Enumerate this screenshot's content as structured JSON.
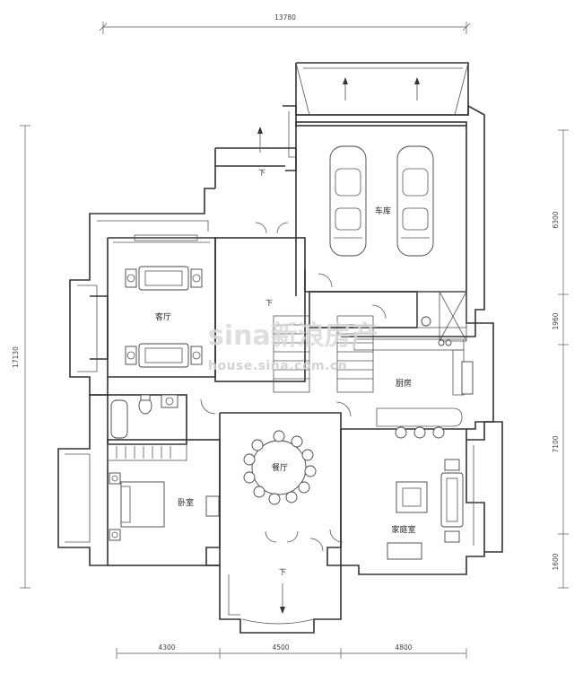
{
  "dimensions": {
    "top": "13780",
    "left": "17130",
    "right": [
      "6300",
      "1960",
      "7100",
      "1600"
    ],
    "bottom": [
      "4300",
      "4500",
      "4800"
    ]
  },
  "rooms": {
    "garage": "车库",
    "living": "客厅",
    "kitchen": "厨房",
    "dining": "餐厅",
    "bedroom": "卧室",
    "family": "家庭室"
  },
  "marks": {
    "down": "下"
  },
  "watermark": {
    "brand": "sina新浪房产",
    "url": "house.sina.com.cn"
  }
}
